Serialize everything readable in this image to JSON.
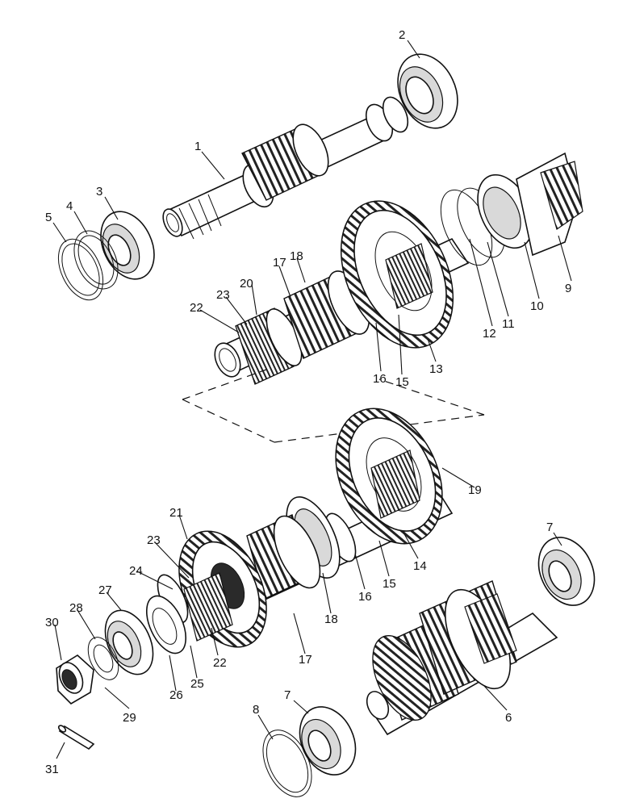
{
  "diagram": {
    "callouts": [
      {
        "id": "c1",
        "text": "1"
      },
      {
        "id": "c2",
        "text": "2"
      },
      {
        "id": "c3",
        "text": "3"
      },
      {
        "id": "c4",
        "text": "4"
      },
      {
        "id": "c5",
        "text": "5"
      },
      {
        "id": "c6",
        "text": "6"
      },
      {
        "id": "c7a",
        "text": "7"
      },
      {
        "id": "c7b",
        "text": "7"
      },
      {
        "id": "c8",
        "text": "8"
      },
      {
        "id": "c9",
        "text": "9"
      },
      {
        "id": "c10",
        "text": "10"
      },
      {
        "id": "c11",
        "text": "11"
      },
      {
        "id": "c12",
        "text": "12"
      },
      {
        "id": "c13",
        "text": "13"
      },
      {
        "id": "c14",
        "text": "14"
      },
      {
        "id": "c15a",
        "text": "15"
      },
      {
        "id": "c15b",
        "text": "15"
      },
      {
        "id": "c16a",
        "text": "16"
      },
      {
        "id": "c16b",
        "text": "16"
      },
      {
        "id": "c17a",
        "text": "17"
      },
      {
        "id": "c17b",
        "text": "17"
      },
      {
        "id": "c18a",
        "text": "18"
      },
      {
        "id": "c18b",
        "text": "18"
      },
      {
        "id": "c19",
        "text": "19"
      },
      {
        "id": "c20",
        "text": "20"
      },
      {
        "id": "c21",
        "text": "21"
      },
      {
        "id": "c22a",
        "text": "22"
      },
      {
        "id": "c22b",
        "text": "22"
      },
      {
        "id": "c23a",
        "text": "23"
      },
      {
        "id": "c23b",
        "text": "23"
      },
      {
        "id": "c24",
        "text": "24"
      },
      {
        "id": "c25",
        "text": "25"
      },
      {
        "id": "c26",
        "text": "26"
      },
      {
        "id": "c27",
        "text": "27"
      },
      {
        "id": "c28",
        "text": "28"
      },
      {
        "id": "c29",
        "text": "29"
      },
      {
        "id": "c30",
        "text": "30"
      },
      {
        "id": "c31",
        "text": "31"
      }
    ]
  }
}
